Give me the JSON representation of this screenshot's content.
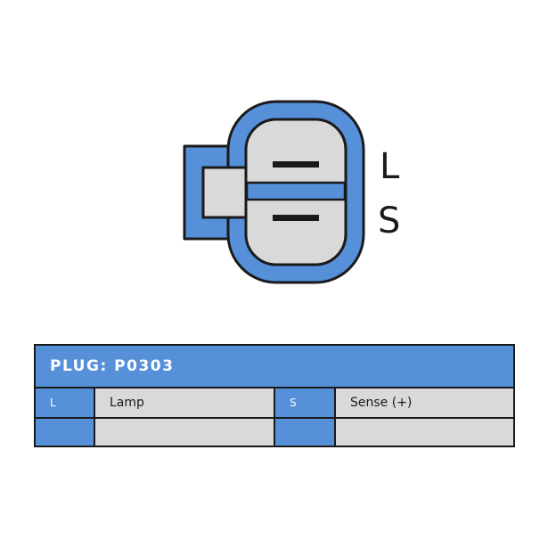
{
  "connector": {
    "pins": [
      {
        "code": "L"
      },
      {
        "code": "S"
      }
    ],
    "colors": {
      "housing": "#5590d9",
      "pin_body": "#d9d9d9",
      "outline": "#1a1a1a"
    }
  },
  "table": {
    "title": "PLUG: P0303",
    "rows": [
      [
        {
          "code": "L",
          "desc": "Lamp"
        },
        {
          "code": "S",
          "desc": "Sense (+)"
        }
      ],
      [
        {
          "code": "",
          "desc": ""
        },
        {
          "code": "",
          "desc": ""
        }
      ]
    ]
  }
}
